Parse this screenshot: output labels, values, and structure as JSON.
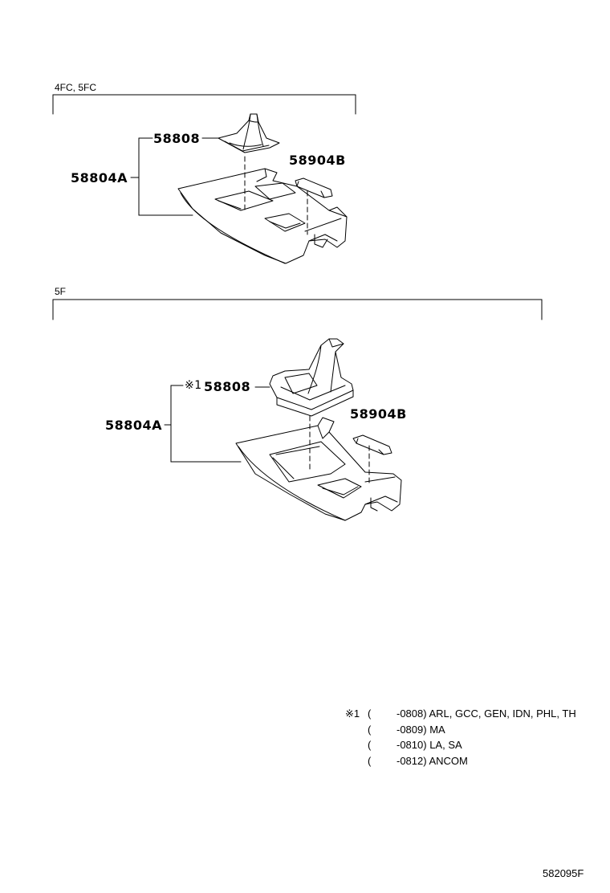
{
  "section1": {
    "variant_label": "4FC, 5FC",
    "part_boot": "58808",
    "part_console": "58804A",
    "part_cover": "58904B"
  },
  "section2": {
    "variant_label": "5F",
    "part_boot_mark": "※1",
    "part_boot": "58808",
    "part_console": "58804A",
    "part_cover": "58904B"
  },
  "footnote": {
    "mark": "※1",
    "rows": [
      {
        "open": "(",
        "range": "-0808) ARL, GCC, GEN, IDN, PHL, TH"
      },
      {
        "open": "(",
        "range": "-0809) MA"
      },
      {
        "open": "(",
        "range": "-0810) LA, SA"
      },
      {
        "open": "(",
        "range": "-0812) ANCOM"
      }
    ]
  },
  "drawing_number": "582095F"
}
